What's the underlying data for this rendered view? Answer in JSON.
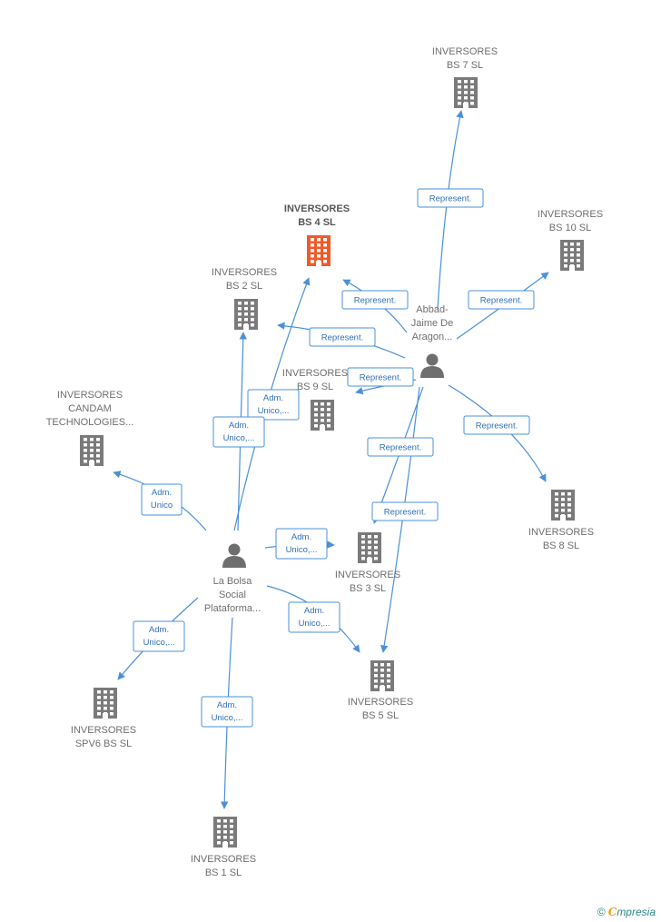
{
  "colors": {
    "edge": "#4a90d9",
    "edge_text": "#2f6fb8",
    "building": "#7a7a7a",
    "building_main": "#f05a2a",
    "person": "#6e6e6e",
    "label": "#6e6e6e"
  },
  "nodes": [
    {
      "id": "bs7",
      "type": "company",
      "lines": [
        "INVERSORES",
        "BS 7  SL"
      ]
    },
    {
      "id": "bs4",
      "type": "company",
      "main": true,
      "lines": [
        "INVERSORES",
        "BS 4  SL"
      ]
    },
    {
      "id": "bs10",
      "type": "company",
      "lines": [
        "INVERSORES",
        "BS 10  SL"
      ]
    },
    {
      "id": "bs2",
      "type": "company",
      "lines": [
        "INVERSORES",
        "BS 2  SL"
      ]
    },
    {
      "id": "bs9",
      "type": "company",
      "lines": [
        "INVERSORES",
        "BS 9  SL"
      ]
    },
    {
      "id": "candam",
      "type": "company",
      "lines": [
        "INVERSORES",
        "CANDAM",
        "TECHNOLOGIES..."
      ]
    },
    {
      "id": "bs8",
      "type": "company",
      "lines": [
        "INVERSORES",
        "BS 8  SL"
      ]
    },
    {
      "id": "bs3",
      "type": "company",
      "lines": [
        "INVERSORES",
        "BS 3  SL"
      ]
    },
    {
      "id": "bs5",
      "type": "company",
      "lines": [
        "INVERSORES",
        "BS 5  SL"
      ]
    },
    {
      "id": "spv6",
      "type": "company",
      "lines": [
        "INVERSORES",
        "SPV6 BS  SL"
      ]
    },
    {
      "id": "bs1",
      "type": "company",
      "lines": [
        "INVERSORES",
        "BS 1  SL"
      ]
    },
    {
      "id": "abbad",
      "type": "person",
      "lines": [
        "Abbad-",
        "Jaime De",
        "Aragon..."
      ]
    },
    {
      "id": "bolsa",
      "type": "person",
      "lines": [
        "La Bolsa",
        "Social",
        "Plataforma..."
      ]
    }
  ],
  "edges": [
    {
      "from": "abbad",
      "to": "bs7",
      "label": [
        "Represent."
      ]
    },
    {
      "from": "abbad",
      "to": "bs4",
      "label": [
        "Represent."
      ]
    },
    {
      "from": "abbad",
      "to": "bs10",
      "label": [
        "Represent."
      ]
    },
    {
      "from": "abbad",
      "to": "bs2",
      "label": [
        "Represent."
      ]
    },
    {
      "from": "abbad",
      "to": "bs9",
      "label": [
        "Represent."
      ]
    },
    {
      "from": "abbad",
      "to": "bs8",
      "label": [
        "Represent."
      ]
    },
    {
      "from": "abbad",
      "to": "bs3",
      "label": [
        "Represent."
      ]
    },
    {
      "from": "abbad",
      "to": "bs5",
      "label": [
        "Represent."
      ]
    },
    {
      "from": "bolsa",
      "to": "bs4",
      "label": [
        "Adm.",
        "Unico,..."
      ]
    },
    {
      "from": "bolsa",
      "to": "bs2",
      "label": [
        "Adm.",
        "Unico,..."
      ]
    },
    {
      "from": "bolsa",
      "to": "candam",
      "label": [
        "Adm.",
        "Unico"
      ]
    },
    {
      "from": "bolsa",
      "to": "bs3",
      "label": [
        "Adm.",
        "Unico,..."
      ]
    },
    {
      "from": "bolsa",
      "to": "bs5",
      "label": [
        "Adm.",
        "Unico,..."
      ]
    },
    {
      "from": "bolsa",
      "to": "spv6",
      "label": [
        "Adm.",
        "Unico,..."
      ]
    },
    {
      "from": "bolsa",
      "to": "bs1",
      "label": [
        "Adm.",
        "Unico,..."
      ]
    }
  ],
  "footer": {
    "copyright": "©",
    "brand_first": "C",
    "brand_rest": "mpresia"
  }
}
